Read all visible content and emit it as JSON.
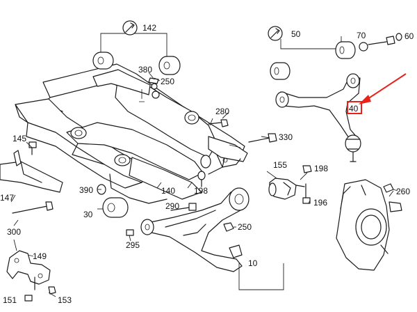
{
  "labels": {
    "p142": "142",
    "p50": "50",
    "p70": "70",
    "p60": "60",
    "p380": "380",
    "p250a": "250",
    "p280": "280",
    "p40": "40",
    "p145": "145",
    "p330": "330",
    "p155": "155",
    "p198a": "198",
    "p147": "147",
    "p390": "390",
    "p140": "140",
    "p198b": "198",
    "p196": "196",
    "p260": "260",
    "p290": "290",
    "p30": "30",
    "p300": "300",
    "p250b": "250",
    "p295": "295",
    "p10": "10",
    "p149": "149",
    "p151": "151",
    "p153": "153"
  },
  "highlight": {
    "part": "40",
    "color": "#e8211b"
  },
  "icons": [
    "wrench-icon"
  ]
}
